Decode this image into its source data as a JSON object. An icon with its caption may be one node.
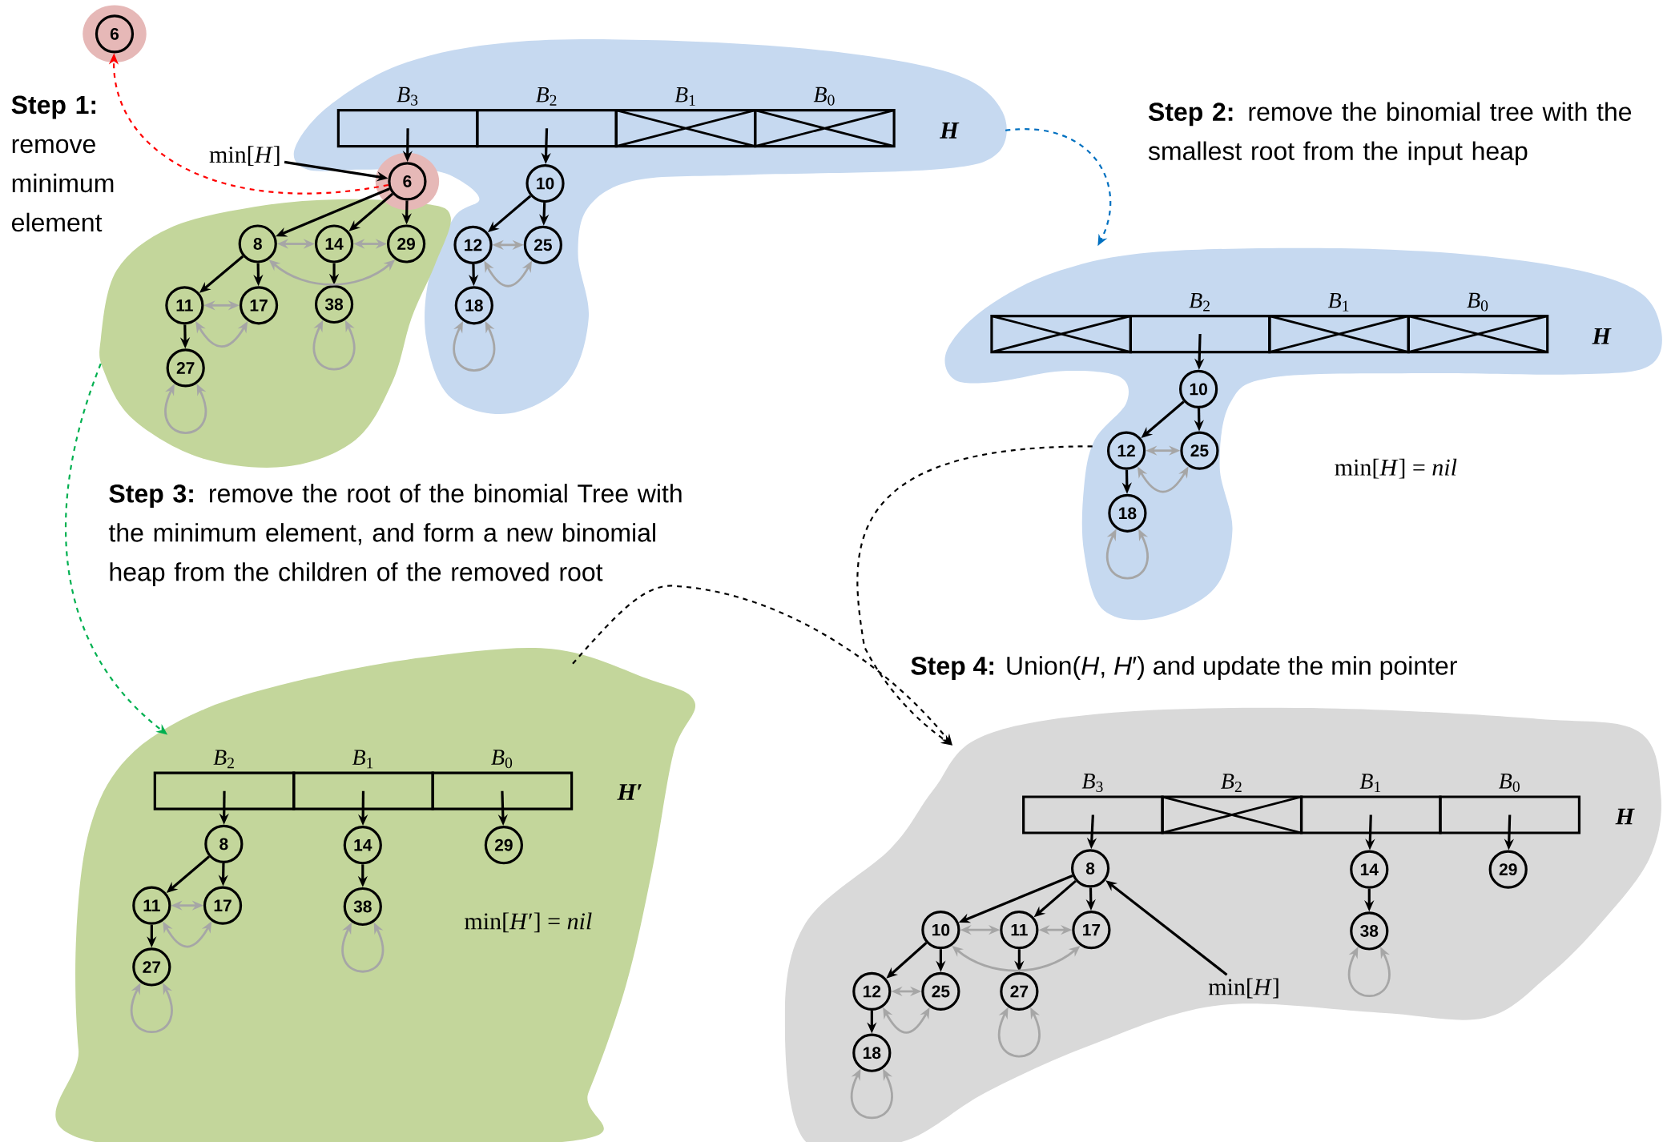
{
  "diagram": {
    "nodes": [
      {
        "text": [],
        "shape": "blob"
      },
      {
        "text": [
          "*B*$_{3}$"
        ],
        "in": 0
      },
      {
        "text": [
          "*B*$_{2}$"
        ],
        "in": 0
      },
      {
        "text": [
          "*B*$_{1}$"
        ],
        "in": 0
      },
      {
        "text": [
          "*B*$_{0}$"
        ],
        "in": 0
      },
      {
        "text": [
          "6"
        ],
        "in": 0
      },
      {
        "text": [
          "10"
        ],
        "in": 0
      },
      {
        "text": [
          "12"
        ],
        "in": 0
      },
      {
        "text": [
          "25"
        ],
        "in": 0
      },
      {
        "text": [
          "18"
        ],
        "in": 0
      },
      {
        "text": [
          "min[*H*]"
        ]
      },
      {
        "text": [],
        "shape": "blob"
      },
      {
        "text": [
          "8"
        ],
        "in": 11
      },
      {
        "text": [
          "14"
        ],
        "in": 11
      },
      {
        "text": [
          "29"
        ],
        "in": 11
      },
      {
        "text": [
          "11"
        ],
        "in": 11
      },
      {
        "text": [
          "17"
        ],
        "in": 11
      },
      {
        "text": [
          "38"
        ],
        "in": 11
      },
      {
        "text": [
          "27"
        ],
        "in": 11
      },
      {
        "text": [
          "6"
        ]
      },
      {
        "text": [],
        "shape": "blob"
      },
      {
        "text": [],
        "shape": "box",
        "in": 20
      },
      {
        "text": [
          "*B*$_{2}$"
        ],
        "in": 20
      },
      {
        "text": [
          "*B*$_{1}$"
        ],
        "in": 20
      },
      {
        "text": [
          "*B*$_{0}$"
        ],
        "in": 20
      },
      {
        "text": [
          "10"
        ],
        "in": 20
      },
      {
        "text": [
          "12"
        ],
        "in": 20
      },
      {
        "text": [
          "25"
        ],
        "in": 20
      },
      {
        "text": [
          "18"
        ],
        "in": 20
      },
      {
        "text": [],
        "shape": "blob"
      },
      {
        "text": [
          "*B*$_{2}$"
        ],
        "in": 29
      },
      {
        "text": [
          "*B*$_{1}$"
        ],
        "in": 29
      },
      {
        "text": [
          "*B*$_{0}$"
        ],
        "in": 29
      },
      {
        "text": [
          "8"
        ],
        "in": 29
      },
      {
        "text": [
          "14"
        ],
        "in": 29
      },
      {
        "text": [
          "29"
        ],
        "in": 29
      },
      {
        "text": [
          "11"
        ],
        "in": 29
      },
      {
        "text": [
          "17"
        ],
        "in": 29
      },
      {
        "text": [
          "38"
        ],
        "in": 29
      },
      {
        "text": [
          "27"
        ],
        "in": 29
      },
      {
        "text": [],
        "shape": "blob"
      },
      {
        "text": [
          "*B*$_{3}$"
        ],
        "in": 40
      },
      {
        "text": [
          "*B*$_{2}$"
        ],
        "in": 40
      },
      {
        "text": [
          "*B*$_{1}$"
        ],
        "in": 40
      },
      {
        "text": [
          "*B*$_{0}$"
        ],
        "in": 40
      },
      {
        "text": [
          "8"
        ],
        "in": 40
      },
      {
        "text": [
          "10"
        ],
        "in": 40
      },
      {
        "text": [
          "11"
        ],
        "in": 40
      },
      {
        "text": [
          "17"
        ],
        "in": 40
      },
      {
        "text": [
          "12"
        ],
        "in": 40
      },
      {
        "text": [
          "25"
        ],
        "in": 40
      },
      {
        "text": [
          "27"
        ],
        "in": 40
      },
      {
        "text": [
          "18"
        ],
        "in": 40
      },
      {
        "text": [
          "14"
        ],
        "in": 40
      },
      {
        "text": [
          "38"
        ],
        "in": 40
      },
      {
        "text": [
          "29"
        ],
        "in": 40
      },
      {
        "text": [
          "min[*H*]"
        ],
        "in": 40
      }
    ],
    "edges": [
      {
        "from": 5,
        "to": 19,
        "arrow": "to",
        "style": "dashed",
        "color": "#ff0000"
      },
      {
        "from": 0,
        "to": 20,
        "arrow": "to",
        "style": "dashed",
        "color": "#0070c0"
      },
      {
        "from": 11,
        "to": 29,
        "arrow": "to",
        "style": "dashed",
        "color": "#00b050"
      },
      {
        "from": 20,
        "to": 40,
        "arrow": "to",
        "style": "dashed"
      },
      {
        "from": 29,
        "to": 40,
        "arrow": "to",
        "style": "dashed"
      },
      {
        "from": 10,
        "to": 5,
        "arrow": "to"
      },
      {
        "from": 1,
        "to": 5,
        "arrow": "to"
      },
      {
        "from": 2,
        "to": 6,
        "arrow": "to"
      },
      {
        "from": 5,
        "to": 12,
        "arrow": "to"
      },
      {
        "from": 5,
        "to": 13,
        "arrow": "to"
      },
      {
        "from": 5,
        "to": 14,
        "arrow": "to"
      },
      {
        "from": 12,
        "to": 15,
        "arrow": "to"
      },
      {
        "from": 12,
        "to": 16,
        "arrow": "to"
      },
      {
        "from": 13,
        "to": 17,
        "arrow": "to"
      },
      {
        "from": 15,
        "to": 18,
        "arrow": "to"
      },
      {
        "from": 6,
        "to": 7,
        "arrow": "to"
      },
      {
        "from": 6,
        "to": 8,
        "arrow": "to"
      },
      {
        "from": 7,
        "to": 9,
        "arrow": "to"
      },
      {
        "from": 12,
        "to": 13,
        "arrow": "both",
        "color": "#a6a6a6"
      },
      {
        "from": 13,
        "to": 14,
        "arrow": "both",
        "color": "#a6a6a6"
      },
      {
        "from": 12,
        "to": 14,
        "arrow": "both",
        "color": "#a6a6a6"
      },
      {
        "from": 15,
        "to": 16,
        "arrow": "both",
        "color": "#a6a6a6"
      },
      {
        "from": 15,
        "to": 16,
        "arrow": "both",
        "color": "#a6a6a6"
      },
      {
        "from": 7,
        "to": 8,
        "arrow": "both",
        "color": "#a6a6a6"
      },
      {
        "from": 7,
        "to": 8,
        "arrow": "both",
        "color": "#a6a6a6"
      },
      {
        "from": 17,
        "to": 17,
        "arrow": "both",
        "color": "#a6a6a6"
      },
      {
        "from": 18,
        "to": 18,
        "arrow": "both",
        "color": "#a6a6a6"
      },
      {
        "from": 9,
        "to": 9,
        "arrow": "both",
        "color": "#a6a6a6"
      },
      {
        "from": 22,
        "to": 25,
        "arrow": "to"
      },
      {
        "from": 25,
        "to": 26,
        "arrow": "to"
      },
      {
        "from": 25,
        "to": 27,
        "arrow": "to"
      },
      {
        "from": 26,
        "to": 28,
        "arrow": "to"
      },
      {
        "from": 26,
        "to": 27,
        "arrow": "both",
        "color": "#a6a6a6"
      },
      {
        "from": 26,
        "to": 27,
        "arrow": "both",
        "color": "#a6a6a6"
      },
      {
        "from": 28,
        "to": 28,
        "arrow": "both",
        "color": "#a6a6a6"
      },
      {
        "from": 30,
        "to": 33,
        "arrow": "to"
      },
      {
        "from": 31,
        "to": 34,
        "arrow": "to"
      },
      {
        "from": 32,
        "to": 35,
        "arrow": "to"
      },
      {
        "from": 33,
        "to": 36,
        "arrow": "to"
      },
      {
        "from": 33,
        "to": 37,
        "arrow": "to"
      },
      {
        "from": 36,
        "to": 39,
        "arrow": "to"
      },
      {
        "from": 34,
        "to": 38,
        "arrow": "to"
      },
      {
        "from": 36,
        "to": 37,
        "arrow": "both",
        "color": "#a6a6a6"
      },
      {
        "from": 36,
        "to": 37,
        "arrow": "both",
        "color": "#a6a6a6"
      },
      {
        "from": 39,
        "to": 39,
        "arrow": "both",
        "color": "#a6a6a6"
      },
      {
        "from": 38,
        "to": 38,
        "arrow": "both",
        "color": "#a6a6a6"
      },
      {
        "from": 41,
        "to": 45,
        "arrow": "to"
      },
      {
        "from": 43,
        "to": 53,
        "arrow": "to"
      },
      {
        "from": 44,
        "to": 55,
        "arrow": "to"
      },
      {
        "from": 56,
        "to": 45,
        "arrow": "to"
      },
      {
        "from": 45,
        "to": 46,
        "arrow": "to"
      },
      {
        "from": 45,
        "to": 47,
        "arrow": "to"
      },
      {
        "from": 45,
        "to": 48,
        "arrow": "to"
      },
      {
        "from": 46,
        "to": 49,
        "arrow": "to"
      },
      {
        "from": 46,
        "to": 50,
        "arrow": "to"
      },
      {
        "from": 47,
        "to": 51,
        "arrow": "to"
      },
      {
        "from": 49,
        "to": 52,
        "arrow": "to"
      },
      {
        "from": 53,
        "to": 54,
        "arrow": "to"
      },
      {
        "from": 46,
        "to": 47,
        "arrow": "both",
        "color": "#a6a6a6"
      },
      {
        "from": 47,
        "to": 48,
        "arrow": "both",
        "color": "#a6a6a6"
      },
      {
        "from": 46,
        "to": 48,
        "arrow": "both",
        "color": "#a6a6a6"
      },
      {
        "from": 49,
        "to": 50,
        "arrow": "both",
        "color": "#a6a6a6"
      },
      {
        "from": 49,
        "to": 50,
        "arrow": "both",
        "color": "#a6a6a6"
      },
      {
        "from": 52,
        "to": 52,
        "arrow": "both",
        "color": "#a6a6a6"
      },
      {
        "from": 51,
        "to": 51,
        "arrow": "both",
        "color": "#a6a6a6"
      },
      {
        "from": 54,
        "to": 54,
        "arrow": "both",
        "color": "#a6a6a6"
      }
    ],
    "labels": [
      "**Step 1:** remove minimum element",
      "H",
      "**Step 2:** remove the binomial tree with the smallest root from the input heap",
      "H",
      "min[*H*] = *nil*",
      "**Step 3:** remove the root of the binomial Tree with the minimum element, and form a new binomial heap from the children of the removed root",
      "H′",
      "min[*H*′] = *nil*",
      "**Step 4:** Union(*H*, *H*′) and update the min pointer",
      "H"
    ]
  }
}
